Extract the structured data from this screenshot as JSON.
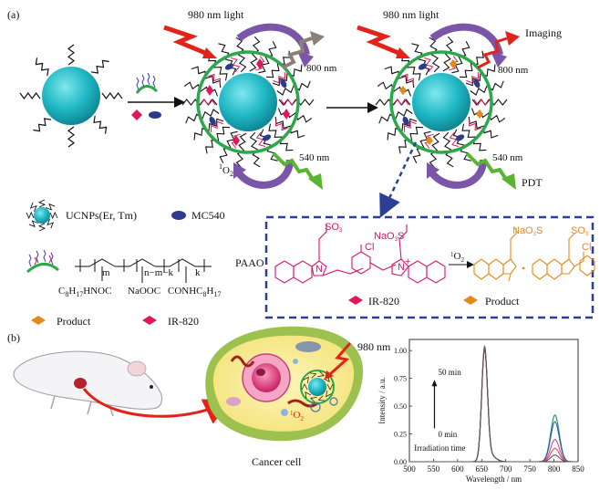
{
  "panel_a": {
    "label": "(a)",
    "light_label_1": "980 nm light",
    "light_label_2": "980 nm light",
    "emission_800_1": "800 nm",
    "emission_540_1": "540 nm",
    "emission_800_2": "800 nm",
    "emission_540_2": "540 nm",
    "imaging_label": "Imaging",
    "pdt_label": "PDT",
    "singlet_oxygen": "O",
    "singlet_sup": "1",
    "singlet_sub": "2",
    "legend": {
      "ucnp": "UCNPs(Er, Tm)",
      "mc540": "MC540",
      "paao": "PAAO",
      "product": "Product",
      "ir820": "IR-820",
      "monomer_left": "C",
      "monomer_left_sub": "8",
      "monomer_left_rest": "H",
      "monomer_left_sub2": "17",
      "monomer_left_tail": "HNOC",
      "monomer_mid": "NaOOC",
      "monomer_right_head": "CONHC",
      "monomer_right_sub": "8",
      "monomer_right_rest": "H",
      "monomer_right_sub2": "17",
      "sub_m": "m",
      "sub_nmk": "n−m−k",
      "sub_k": "k"
    },
    "reaction": {
      "so3_1": "SO",
      "so3_1_sub": "3",
      "so3_2": "NaO",
      "so3_2_sub": "3",
      "so3_2_tail": "S",
      "cl": "Cl",
      "n1": "N",
      "n2": "N",
      "plus": "+",
      "o2_sup": "1",
      "o2": "O",
      "o2_sub": "2",
      "prod_naso": "NaO",
      "prod_naso_sub": "3",
      "prod_naso_tail": "S",
      "prod_so3": "SO",
      "prod_so3_sub": "3",
      "prod_cl": "Cl",
      "dot": "•",
      "legend_ir820": "IR-820",
      "legend_product": "Product"
    }
  },
  "panel_b": {
    "label": "(b)",
    "light_label": "980 nm",
    "cell_label": "Cancer cell",
    "singlet": "O",
    "singlet_sup": "1",
    "singlet_sub": "2"
  },
  "colors": {
    "sphere": "#1fb8c4",
    "shell": "#2aa84a",
    "ir820": "#e0185a",
    "mc540": "#2e3a8c",
    "product": "#e58a1a",
    "red_arrow": "#e32219",
    "purple_arrow": "#7a55a8",
    "grey_arrow": "#8c7f78",
    "green_arrow": "#58b431",
    "dashed_box": "#2b3f95"
  },
  "chart_data": {
    "type": "line",
    "xlabel": "Wavelength / nm",
    "ylabel": "Intensity / a.u.",
    "xlim": [
      500,
      850
    ],
    "ylim": [
      0,
      1.1
    ],
    "x_ticks": [
      500,
      550,
      600,
      650,
      700,
      750,
      800,
      850
    ],
    "y_ticks": [
      0,
      0.25,
      0.5,
      0.75,
      1.0
    ],
    "y_tick_labels": [
      "0.00",
      "0.25",
      "0.50",
      "0.75",
      "1.00"
    ],
    "annotation_top": "50 min",
    "annotation_bottom": "0 min",
    "annotation_caption": "Irradiation time",
    "grid": false,
    "series": [
      {
        "color": "#2e8b57",
        "peak_660": 1.02,
        "peak_800": 0.42
      },
      {
        "color": "#2b5fb0",
        "peak_660": 1.0,
        "peak_800": 0.36
      },
      {
        "color": "#d04c8c",
        "peak_660": 1.0,
        "peak_800": 0.2
      },
      {
        "color": "#e24a56",
        "peak_660": 1.0,
        "peak_800": 0.12
      },
      {
        "color": "#555555",
        "peak_660": 1.0,
        "peak_800": 0.06
      }
    ]
  }
}
